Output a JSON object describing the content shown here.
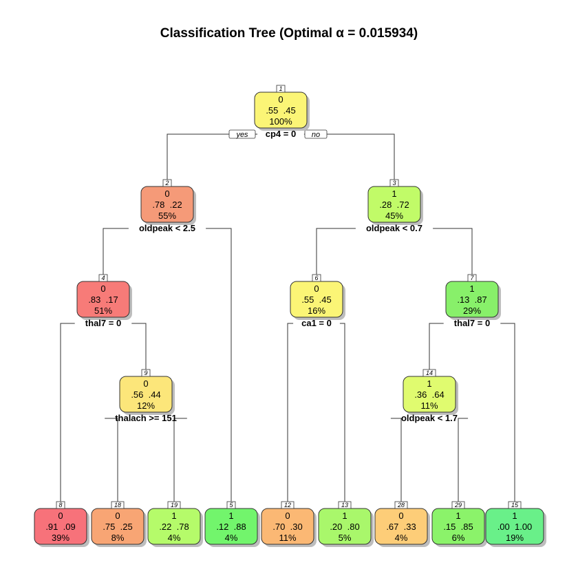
{
  "title": "Classification Tree (Optimal α = 0.015934)",
  "branch_labels": {
    "yes": "yes",
    "no": "no"
  },
  "colors": {
    "red": "#f77b78",
    "salmon": "#f59a78",
    "orange": "#fbb874",
    "lightorange": "#fdcd78",
    "yellow": "#fce67a",
    "paleyellow": "#fbf576",
    "yellowgreen": "#e0fb6f",
    "lightgreen": "#c1fb68",
    "green": "#a6f567",
    "brightgreen": "#88f06a",
    "deepgreen": "#6df56c",
    "mint": "#69f089"
  },
  "nodes": [
    {
      "id": "1",
      "cls": "0",
      "probs": ".55  .45",
      "pct": "100%",
      "color": "#fbf576",
      "split": "cp4 = 0"
    },
    {
      "id": "2",
      "cls": "0",
      "probs": ".78  .22",
      "pct": "55%",
      "color": "#f59a78",
      "split": "oldpeak < 2.5"
    },
    {
      "id": "3",
      "cls": "1",
      "probs": ".28  .72",
      "pct": "45%",
      "color": "#c1fb68",
      "split": "oldpeak < 0.7"
    },
    {
      "id": "4",
      "cls": "0",
      "probs": ".83  .17",
      "pct": "51%",
      "color": "#f77b78",
      "split": "thal7 = 0"
    },
    {
      "id": "9",
      "cls": "0",
      "probs": ".56  .44",
      "pct": "12%",
      "color": "#fce67a",
      "split": "thalach >= 151"
    },
    {
      "id": "6",
      "cls": "0",
      "probs": ".55  .45",
      "pct": "16%",
      "color": "#fbf576",
      "split": "ca1 = 0"
    },
    {
      "id": "7",
      "cls": "1",
      "probs": ".13  .87",
      "pct": "29%",
      "color": "#88f06a",
      "split": "thal7 = 0"
    },
    {
      "id": "14",
      "cls": "1",
      "probs": ".36  .64",
      "pct": "11%",
      "color": "#e0fb6f",
      "split": "oldpeak < 1.7"
    },
    {
      "id": "8",
      "cls": "0",
      "probs": ".91  .09",
      "pct": "39%",
      "color": "#f7727a",
      "split": ""
    },
    {
      "id": "18",
      "cls": "0",
      "probs": ".75  .25",
      "pct": "8%",
      "color": "#f8a574",
      "split": ""
    },
    {
      "id": "19",
      "cls": "1",
      "probs": ".22  .78",
      "pct": "4%",
      "color": "#b5fb6a",
      "split": ""
    },
    {
      "id": "5",
      "cls": "1",
      "probs": ".12  .88",
      "pct": "4%",
      "color": "#72f56c",
      "split": ""
    },
    {
      "id": "12",
      "cls": "0",
      "probs": ".70  .30",
      "pct": "11%",
      "color": "#fbb874",
      "split": ""
    },
    {
      "id": "13",
      "cls": "1",
      "probs": ".20  .80",
      "pct": "5%",
      "color": "#a9f76b",
      "split": ""
    },
    {
      "id": "28",
      "cls": "0",
      "probs": ".67  .33",
      "pct": "4%",
      "color": "#fdcd78",
      "split": ""
    },
    {
      "id": "29",
      "cls": "1",
      "probs": ".15  .85",
      "pct": "6%",
      "color": "#8bf36a",
      "split": ""
    },
    {
      "id": "15",
      "cls": "1",
      "probs": ".00  1.00",
      "pct": "19%",
      "color": "#69f089",
      "split": ""
    }
  ],
  "edges": [
    [
      "1",
      "2"
    ],
    [
      "1",
      "3"
    ],
    [
      "2",
      "4"
    ],
    [
      "2",
      "5"
    ],
    [
      "4",
      "8"
    ],
    [
      "4",
      "9"
    ],
    [
      "9",
      "18"
    ],
    [
      "9",
      "19"
    ],
    [
      "3",
      "6"
    ],
    [
      "3",
      "7"
    ],
    [
      "6",
      "12"
    ],
    [
      "6",
      "13"
    ],
    [
      "7",
      "14"
    ],
    [
      "7",
      "15"
    ],
    [
      "14",
      "28"
    ],
    [
      "14",
      "29"
    ]
  ]
}
